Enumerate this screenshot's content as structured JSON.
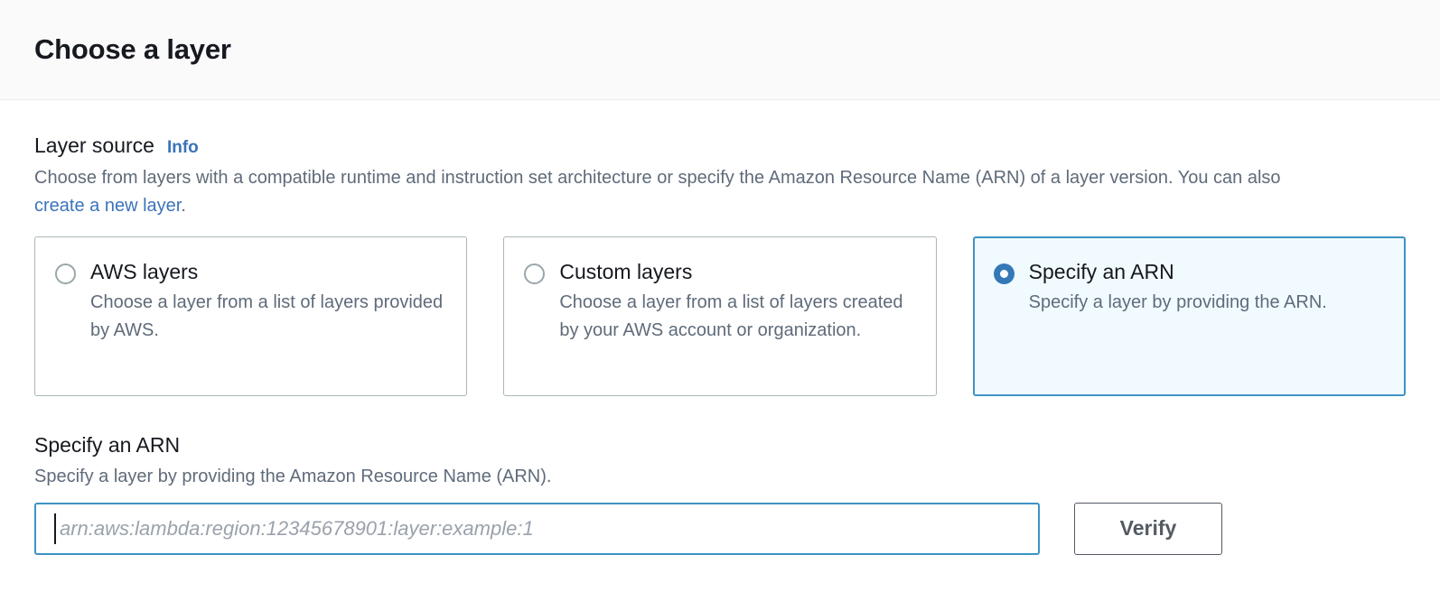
{
  "header": {
    "title": "Choose a layer"
  },
  "layer_source": {
    "label": "Layer source",
    "info_link": "Info",
    "description_part1": "Choose from layers with a compatible runtime and instruction set architecture or specify the Amazon Resource Name (ARN) of a layer version. You can also ",
    "description_link": "create a new layer",
    "description_part2": ".",
    "options": [
      {
        "id": "aws-layers",
        "title": "AWS layers",
        "description": "Choose a layer from a list of layers provided by AWS.",
        "selected": false
      },
      {
        "id": "custom-layers",
        "title": "Custom layers",
        "description": "Choose a layer from a list of layers created by your AWS account or organization.",
        "selected": false
      },
      {
        "id": "specify-an-arn",
        "title": "Specify an ARN",
        "description": "Specify a layer by providing the ARN.",
        "selected": true
      }
    ]
  },
  "arn_section": {
    "title": "Specify an ARN",
    "description": "Specify a layer by providing the Amazon Resource Name (ARN).",
    "input_value": "",
    "input_placeholder": "arn:aws:lambda:region:12345678901:layer:example:1",
    "verify_label": "Verify"
  },
  "colors": {
    "accent_blue": "#3d93c4",
    "link_blue": "#3b73b9",
    "radio_blue": "#3578b8",
    "selected_card_bg": "#f1faff",
    "header_bg": "#fafafa",
    "text_primary": "#16191f",
    "text_secondary": "#5f6b7a",
    "button_border": "#545b64"
  }
}
